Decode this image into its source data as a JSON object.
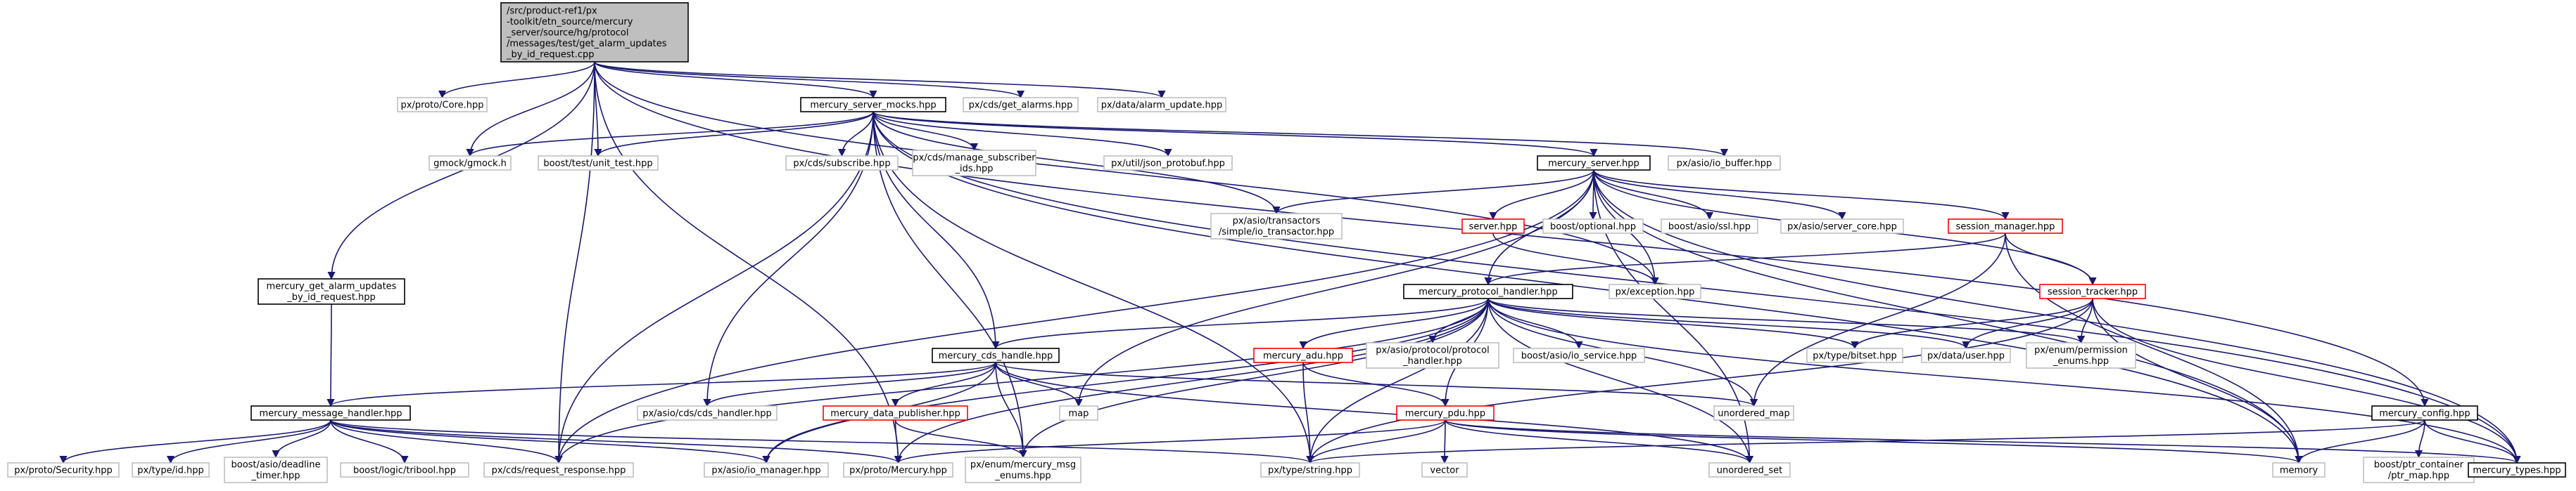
{
  "colors": {
    "edge": "#191970",
    "root_fill": "#bfbfbf",
    "box_fill": "#ffffff",
    "box_stroke": "#000000",
    "red_stroke": "#ff0000",
    "gray_stroke": "#bfbfbf",
    "text": "#000000"
  },
  "nodes": [
    {
      "id": "root",
      "style": "root",
      "lines": [
        "/src/product-ref1/px",
        "-toolkit/etn_source/mercury",
        "_server/source/hg/protocol",
        "/messages/test/get_alarm_updates",
        "_by_id_request.cpp"
      ]
    },
    {
      "id": "proto_core",
      "style": "gray",
      "lines": [
        "px/proto/Core.hpp"
      ]
    },
    {
      "id": "mercury_server_mocks",
      "style": "black",
      "lines": [
        "mercury_server_mocks.hpp"
      ]
    },
    {
      "id": "cds_get_alarms",
      "style": "gray",
      "lines": [
        "px/cds/get_alarms.hpp"
      ]
    },
    {
      "id": "data_alarm_update",
      "style": "gray",
      "lines": [
        "px/data/alarm_update.hpp"
      ]
    },
    {
      "id": "gmock",
      "style": "gray",
      "lines": [
        "gmock/gmock.h"
      ]
    },
    {
      "id": "boost_unit_test",
      "style": "gray",
      "lines": [
        "boost/test/unit_test.hpp"
      ]
    },
    {
      "id": "cds_subscribe",
      "style": "gray",
      "lines": [
        "px/cds/subscribe.hpp"
      ]
    },
    {
      "id": "cds_manage_subscriber",
      "style": "gray",
      "lines": [
        "px/cds/manage_subscriber",
        "_ids.hpp"
      ]
    },
    {
      "id": "json_protobuf",
      "style": "gray",
      "lines": [
        "px/util/json_protobuf.hpp"
      ]
    },
    {
      "id": "mercury_server",
      "style": "black",
      "lines": [
        "mercury_server.hpp"
      ]
    },
    {
      "id": "io_buffer",
      "style": "gray",
      "lines": [
        "px/asio/io_buffer.hpp"
      ]
    },
    {
      "id": "simple_io_transactor",
      "style": "gray",
      "lines": [
        "px/asio/transactors",
        "/simple/io_transactor.hpp"
      ]
    },
    {
      "id": "server_hpp",
      "style": "red",
      "lines": [
        "server.hpp"
      ]
    },
    {
      "id": "boost_optional",
      "style": "gray",
      "lines": [
        "boost/optional.hpp"
      ]
    },
    {
      "id": "boost_ssl",
      "style": "gray",
      "lines": [
        "boost/asio/ssl.hpp"
      ]
    },
    {
      "id": "server_core",
      "style": "gray",
      "lines": [
        "px/asio/server_core.hpp"
      ]
    },
    {
      "id": "session_manager",
      "style": "red",
      "lines": [
        "session_manager.hpp"
      ]
    },
    {
      "id": "get_alarm_updates_req",
      "style": "black",
      "lines": [
        "mercury_get_alarm_updates",
        "_by_id_request.hpp"
      ]
    },
    {
      "id": "exception",
      "style": "gray",
      "lines": [
        "px/exception.hpp"
      ]
    },
    {
      "id": "mercury_protocol_handler",
      "style": "black",
      "lines": [
        "mercury_protocol_handler.hpp"
      ]
    },
    {
      "id": "session_tracker",
      "style": "red",
      "lines": [
        "session_tracker.hpp"
      ]
    },
    {
      "id": "mercury_cds_handle",
      "style": "black",
      "lines": [
        "mercury_cds_handle.hpp"
      ]
    },
    {
      "id": "mercury_adu",
      "style": "red",
      "lines": [
        "mercury_adu.hpp"
      ]
    },
    {
      "id": "protocol_handler",
      "style": "gray",
      "lines": [
        "px/asio/protocol/protocol",
        "_handler.hpp"
      ]
    },
    {
      "id": "boost_io_service",
      "style": "gray",
      "lines": [
        "boost/asio/io_service.hpp"
      ]
    },
    {
      "id": "type_bitset",
      "style": "gray",
      "lines": [
        "px/type/bitset.hpp"
      ]
    },
    {
      "id": "data_user",
      "style": "gray",
      "lines": [
        "px/data/user.hpp"
      ]
    },
    {
      "id": "permission_enums",
      "style": "gray",
      "lines": [
        "px/enum/permission",
        "_enums.hpp"
      ]
    },
    {
      "id": "mercury_message_handler",
      "style": "black",
      "lines": [
        "mercury_message_handler.hpp"
      ]
    },
    {
      "id": "cds_handler",
      "style": "gray",
      "lines": [
        "px/asio/cds/cds_handler.hpp"
      ]
    },
    {
      "id": "mercury_data_publisher",
      "style": "red",
      "lines": [
        "mercury_data_publisher.hpp"
      ]
    },
    {
      "id": "map",
      "style": "gray",
      "lines": [
        "map"
      ]
    },
    {
      "id": "unordered_map",
      "style": "gray",
      "lines": [
        "unordered_map"
      ]
    },
    {
      "id": "mercury_pdu",
      "style": "red",
      "lines": [
        "mercury_pdu.hpp"
      ]
    },
    {
      "id": "mercury_config",
      "style": "black",
      "lines": [
        "mercury_config.hpp"
      ]
    },
    {
      "id": "proto_security",
      "style": "gray",
      "lines": [
        "px/proto/Security.hpp"
      ]
    },
    {
      "id": "type_id",
      "style": "gray",
      "lines": [
        "px/type/id.hpp"
      ]
    },
    {
      "id": "deadline_timer",
      "style": "gray",
      "lines": [
        "boost/asio/deadline",
        "_timer.hpp"
      ]
    },
    {
      "id": "tribool",
      "style": "gray",
      "lines": [
        "boost/logic/tribool.hpp"
      ]
    },
    {
      "id": "request_response",
      "style": "gray",
      "lines": [
        "px/cds/request_response.hpp"
      ]
    },
    {
      "id": "io_manager",
      "style": "gray",
      "lines": [
        "px/asio/io_manager.hpp"
      ]
    },
    {
      "id": "proto_mercury",
      "style": "gray",
      "lines": [
        "px/proto/Mercury.hpp"
      ]
    },
    {
      "id": "mercury_msg_enums",
      "style": "gray",
      "lines": [
        "px/enum/mercury_msg",
        "_enums.hpp"
      ]
    },
    {
      "id": "vector",
      "style": "gray",
      "lines": [
        "vector"
      ]
    },
    {
      "id": "type_string",
      "style": "gray",
      "lines": [
        "px/type/string.hpp"
      ]
    },
    {
      "id": "unordered_set",
      "style": "gray",
      "lines": [
        "unordered_set"
      ]
    },
    {
      "id": "memory",
      "style": "gray",
      "lines": [
        "memory"
      ]
    },
    {
      "id": "ptr_map",
      "style": "gray",
      "lines": [
        "boost/ptr_container",
        "/ptr_map.hpp"
      ]
    },
    {
      "id": "mercury_types",
      "style": "black",
      "lines": [
        "mercury_types.hpp"
      ]
    }
  ],
  "edges": [
    [
      "root",
      "proto_core"
    ],
    [
      "root",
      "mercury_server_mocks"
    ],
    [
      "root",
      "cds_get_alarms"
    ],
    [
      "root",
      "data_alarm_update"
    ],
    [
      "root",
      "gmock"
    ],
    [
      "root",
      "boost_unit_test"
    ],
    [
      "root",
      "get_alarm_updates_req"
    ],
    [
      "root",
      "request_response"
    ],
    [
      "root",
      "proto_mercury"
    ],
    [
      "root",
      "exception"
    ],
    [
      "root",
      "mercury_config"
    ],
    [
      "mercury_server_mocks",
      "gmock"
    ],
    [
      "mercury_server_mocks",
      "boost_unit_test"
    ],
    [
      "mercury_server_mocks",
      "cds_subscribe"
    ],
    [
      "mercury_server_mocks",
      "cds_manage_subscriber"
    ],
    [
      "mercury_server_mocks",
      "json_protobuf"
    ],
    [
      "mercury_server_mocks",
      "mercury_server"
    ],
    [
      "mercury_server_mocks",
      "io_buffer"
    ],
    [
      "mercury_server_mocks",
      "simple_io_transactor"
    ],
    [
      "mercury_server_mocks",
      "mercury_cds_handle"
    ],
    [
      "mercury_server_mocks",
      "cds_handler"
    ],
    [
      "mercury_server_mocks",
      "request_response"
    ],
    [
      "mercury_server_mocks",
      "mercury_msg_enums"
    ],
    [
      "mercury_server_mocks",
      "type_string"
    ],
    [
      "mercury_server_mocks",
      "memory"
    ],
    [
      "mercury_server_mocks",
      "mercury_types"
    ],
    [
      "mercury_server",
      "simple_io_transactor"
    ],
    [
      "mercury_server",
      "server_hpp"
    ],
    [
      "mercury_server",
      "boost_optional"
    ],
    [
      "mercury_server",
      "boost_ssl"
    ],
    [
      "mercury_server",
      "server_core"
    ],
    [
      "mercury_server",
      "session_manager"
    ],
    [
      "mercury_server",
      "exception"
    ],
    [
      "mercury_server",
      "mercury_protocol_handler"
    ],
    [
      "mercury_server",
      "session_tracker"
    ],
    [
      "mercury_server",
      "map"
    ],
    [
      "mercury_server",
      "request_response"
    ],
    [
      "mercury_server",
      "memory"
    ],
    [
      "mercury_server",
      "unordered_set"
    ],
    [
      "mercury_server",
      "mercury_types"
    ],
    [
      "server_hpp",
      "exception"
    ],
    [
      "session_manager",
      "mercury_protocol_handler"
    ],
    [
      "session_manager",
      "session_tracker"
    ],
    [
      "session_manager",
      "unordered_map"
    ],
    [
      "session_manager",
      "memory"
    ],
    [
      "get_alarm_updates_req",
      "mercury_message_handler"
    ],
    [
      "mercury_protocol_handler",
      "mercury_cds_handle"
    ],
    [
      "mercury_protocol_handler",
      "mercury_adu"
    ],
    [
      "mercury_protocol_handler",
      "protocol_handler"
    ],
    [
      "mercury_protocol_handler",
      "boost_io_service"
    ],
    [
      "mercury_protocol_handler",
      "type_bitset"
    ],
    [
      "mercury_protocol_handler",
      "data_user"
    ],
    [
      "mercury_protocol_handler",
      "permission_enums"
    ],
    [
      "mercury_protocol_handler",
      "unordered_map"
    ],
    [
      "mercury_protocol_handler",
      "mercury_pdu"
    ],
    [
      "mercury_protocol_handler",
      "unordered_set"
    ],
    [
      "mercury_protocol_handler",
      "type_string"
    ],
    [
      "mercury_protocol_handler",
      "mercury_msg_enums"
    ],
    [
      "mercury_protocol_handler",
      "proto_mercury"
    ],
    [
      "mercury_protocol_handler",
      "io_manager"
    ],
    [
      "mercury_protocol_handler",
      "request_response"
    ],
    [
      "mercury_protocol_handler",
      "mercury_types"
    ],
    [
      "session_tracker",
      "type_bitset"
    ],
    [
      "session_tracker",
      "data_user"
    ],
    [
      "session_tracker",
      "permission_enums"
    ],
    [
      "session_tracker",
      "memory"
    ],
    [
      "session_tracker",
      "type_string"
    ],
    [
      "session_tracker",
      "mercury_types"
    ],
    [
      "mercury_cds_handle",
      "mercury_message_handler"
    ],
    [
      "mercury_cds_handle",
      "cds_handler"
    ],
    [
      "mercury_cds_handle",
      "mercury_data_publisher"
    ],
    [
      "mercury_cds_handle",
      "map"
    ],
    [
      "mercury_cds_handle",
      "unordered_map"
    ],
    [
      "mercury_cds_handle",
      "unordered_set"
    ],
    [
      "mercury_cds_handle",
      "io_manager"
    ],
    [
      "mercury_cds_handle",
      "mercury_msg_enums"
    ],
    [
      "mercury_adu",
      "mercury_pdu"
    ],
    [
      "mercury_adu",
      "type_string"
    ],
    [
      "mercury_message_handler",
      "proto_security"
    ],
    [
      "mercury_message_handler",
      "type_id"
    ],
    [
      "mercury_message_handler",
      "deadline_timer"
    ],
    [
      "mercury_message_handler",
      "tribool"
    ],
    [
      "mercury_message_handler",
      "request_response"
    ],
    [
      "mercury_message_handler",
      "io_manager"
    ],
    [
      "mercury_message_handler",
      "proto_mercury"
    ],
    [
      "mercury_message_handler",
      "type_string"
    ],
    [
      "mercury_data_publisher",
      "proto_mercury"
    ],
    [
      "mercury_data_publisher",
      "mercury_msg_enums"
    ],
    [
      "mercury_pdu",
      "vector"
    ],
    [
      "mercury_pdu",
      "type_string"
    ],
    [
      "mercury_pdu",
      "unordered_set"
    ],
    [
      "mercury_pdu",
      "proto_mercury"
    ],
    [
      "mercury_pdu",
      "memory"
    ],
    [
      "mercury_pdu",
      "mercury_types"
    ],
    [
      "mercury_config",
      "type_string"
    ],
    [
      "mercury_config",
      "memory"
    ],
    [
      "mercury_config",
      "ptr_map"
    ],
    [
      "mercury_config",
      "mercury_types"
    ]
  ]
}
